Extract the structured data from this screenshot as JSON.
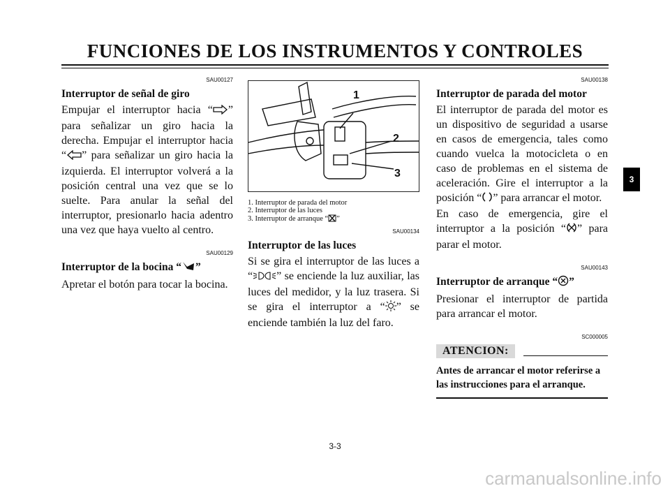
{
  "header": {
    "title": "FUNCIONES DE LOS INSTRUMENTOS Y CONTROLES"
  },
  "section_tab": "3",
  "page_number": "3-3",
  "watermark": "carmanualsonline.info",
  "col1": {
    "s1": {
      "code": "SAU00127",
      "heading": "Interruptor de señal de giro",
      "t1": "Empujar el interruptor hacia “",
      "t2": "” para señalizar un giro hacia la derecha. Empujar el interruptor hacia “",
      "t3": "” para señalizar un giro hacia la izquierda. El interruptor volverá a la posición central una vez que se lo suelte. Para anular la señal del interruptor, presionarlo hacia adentro una vez que haya vuelto al centro."
    },
    "s2": {
      "code": "SAU00129",
      "heading_a": "Interruptor de la bocina “",
      "heading_b": "”",
      "body": "Apretar el botón para tocar la bocina."
    }
  },
  "col2": {
    "figure": {
      "callouts": [
        "1",
        "2",
        "3"
      ]
    },
    "captions": [
      "1.  Interruptor de parada del motor",
      "2.  Interruptor de las luces",
      "3.  Interruptor de arranque “"
    ],
    "caption_close": "”",
    "s3": {
      "code": "SAU00134",
      "heading": "Interruptor de las luces",
      "t1": "Si se gira el interruptor de las luces a “",
      "t2": "” se enciende la luz auxiliar, las luces del medidor, y la luz trasera. Si se gira el interruptor a “",
      "t3": "” se enciende también la luz del faro."
    }
  },
  "col3": {
    "s4": {
      "code": "SAU00138",
      "heading": "Interruptor de parada del motor",
      "t1": "El interruptor de parada del motor es un dispositivo de seguridad a usarse en casos de emergencia, tales como cuando vuelca la motocicleta o en caso de problemas en el sistema de aceleración. Gire el interruptor a la posición “",
      "t2": "” para arrancar el motor.",
      "t3": "En caso de emergencia, gire el interruptor a la posición “",
      "t4": "” para parar el motor."
    },
    "s5": {
      "code": "SAU00143",
      "heading_a": "Interruptor de arranque “",
      "heading_b": "”",
      "body": "Presionar el interruptor de partida para arrancar el motor."
    },
    "s6": {
      "code": "SC000005",
      "badge": "ATENCION:",
      "warning": "Antes de arrancar el motor referirse a las instrucciones para el arranque."
    }
  },
  "icons": [
    "turn-right-arrow-icon",
    "turn-left-arrow-icon",
    "horn-icon",
    "start-button-icon",
    "parking-light-icon",
    "headlight-icon",
    "engine-run-icon",
    "engine-stop-icon"
  ]
}
